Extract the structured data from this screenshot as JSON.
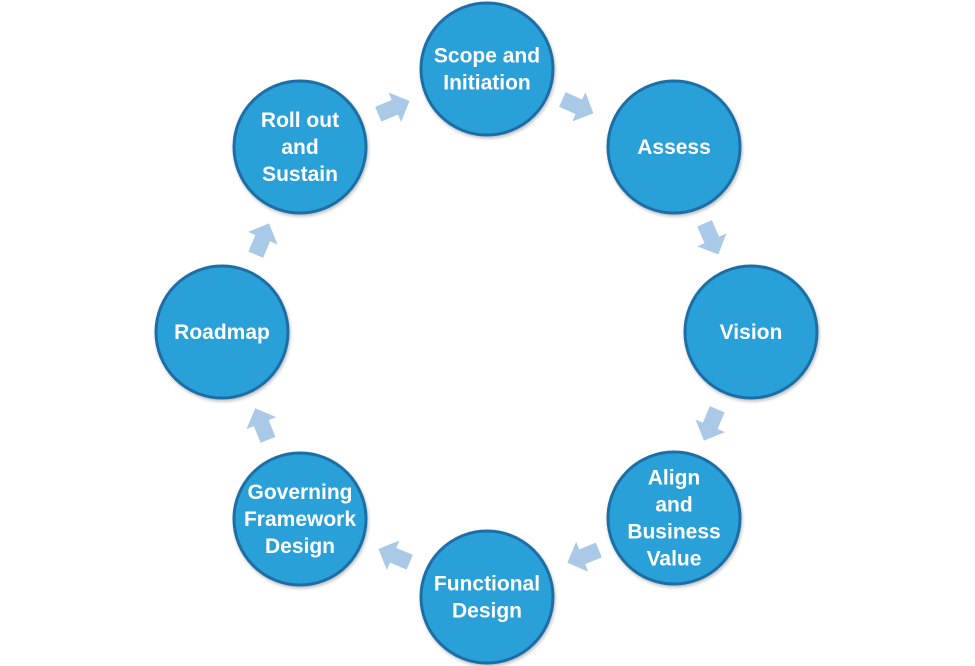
{
  "colors": {
    "circle_fill": "#2aa0d8",
    "circle_stroke": "#1f6ea6",
    "arrow_fill": "#a9c9e6",
    "label_color": "#ffffff"
  },
  "stages": [
    {
      "id": "scope-and-initiation",
      "lines": [
        "Scope and",
        "Initiation"
      ]
    },
    {
      "id": "assess",
      "lines": [
        "Assess"
      ]
    },
    {
      "id": "vision",
      "lines": [
        "Vision"
      ]
    },
    {
      "id": "align-and-business-value",
      "lines": [
        "Align",
        "and",
        "Business",
        "Value"
      ]
    },
    {
      "id": "functional-design",
      "lines": [
        "Functional",
        "Design"
      ]
    },
    {
      "id": "governing-framework-design",
      "lines": [
        "Governing",
        "Framework",
        "Design"
      ]
    },
    {
      "id": "roadmap",
      "lines": [
        "Roadmap"
      ]
    },
    {
      "id": "roll-out-and-sustain",
      "lines": [
        "Roll out",
        "and",
        "Sustain"
      ]
    }
  ],
  "arrow_icon": "block-arrow-icon"
}
